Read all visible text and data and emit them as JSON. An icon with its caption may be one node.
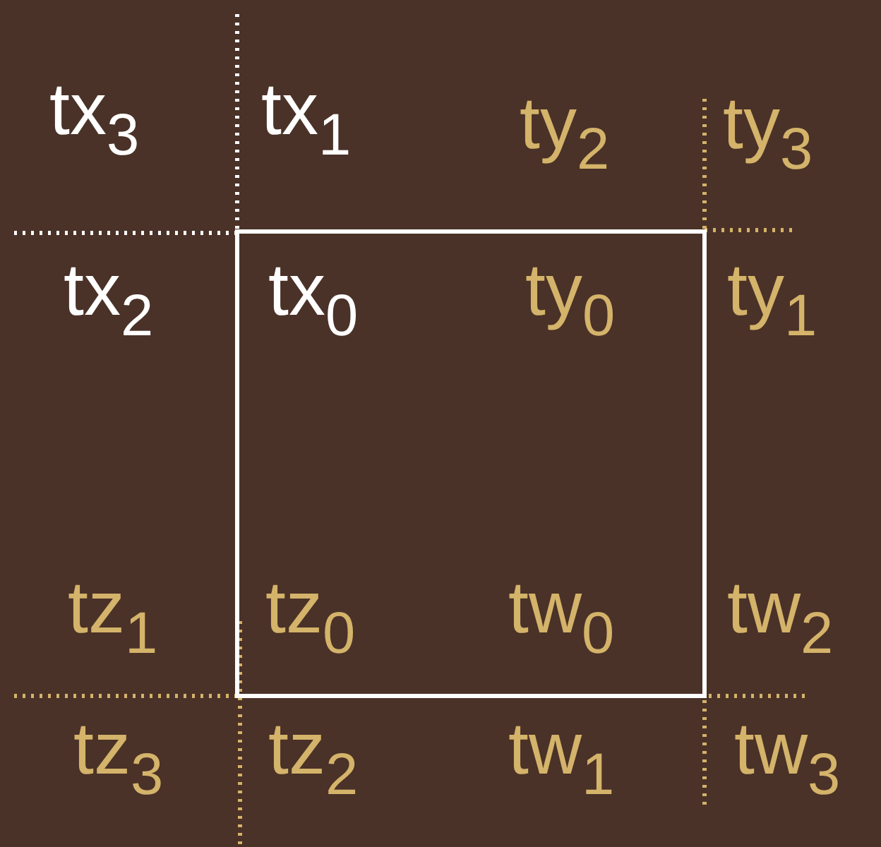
{
  "diagram": {
    "labels": [
      "tx$_{3}$",
      "tx$_{1}$",
      "ty$_{2}$",
      "ty$_{3}$",
      "tx$_{2}$",
      "tx$_{0}$",
      "ty$_{0}$",
      "ty$_{1}$",
      "tz$_{1}$",
      "tz$_{0}$",
      "tw$_{0}$",
      "tw$_{2}$",
      "tz$_{3}$",
      "tz$_{2}$",
      "tw$_{1}$",
      "tw$_{3}$"
    ]
  }
}
